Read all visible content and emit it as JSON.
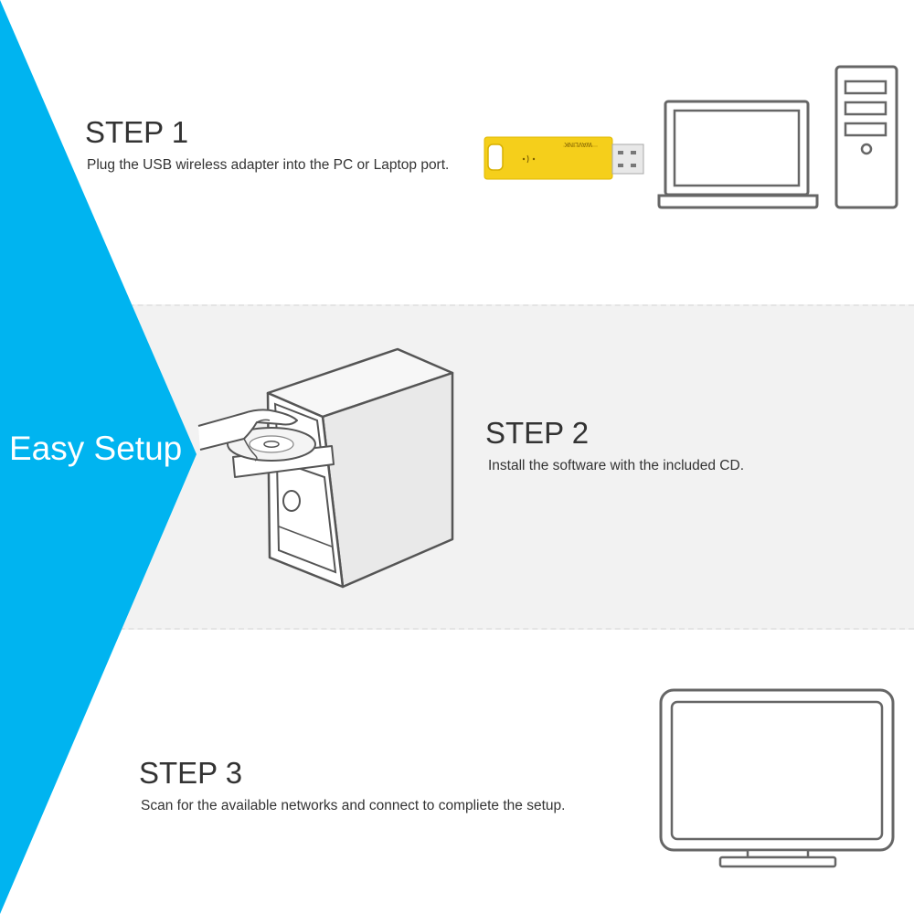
{
  "banner": {
    "label": "Easy Setup",
    "color": "#00b4f0"
  },
  "steps": [
    {
      "title": "STEP 1",
      "description": "Plug the USB wireless adapter into the PC or Laptop port."
    },
    {
      "title": "STEP 2",
      "description": "Install the software with the included CD."
    },
    {
      "title": "STEP 3",
      "description": "Scan for the available networks and connect to compliete the setup."
    }
  ],
  "adapter": {
    "brand": "WAVLINK",
    "color": "#f5cf1b"
  },
  "icons": {
    "adapter": "usb-adapter-icon",
    "laptop": "laptop-icon",
    "tower": "pc-tower-icon",
    "cd": "cd-insert-icon",
    "monitor": "monitor-icon"
  }
}
